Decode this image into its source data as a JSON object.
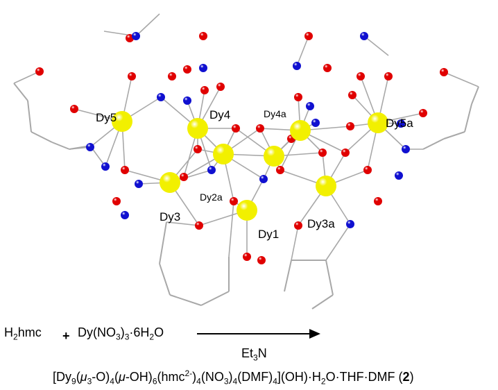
{
  "labels": {
    "dy5": "Dy5",
    "dy4": "Dy4",
    "dy4a": "Dy4a",
    "dy5a": "Dy5a",
    "dy2a": "Dy2a",
    "dy3": "Dy3",
    "dy1": "Dy1",
    "dy3a": "Dy3a"
  },
  "reaction": {
    "reactant1": [
      {
        "t": "H"
      },
      {
        "t": "2",
        "s": "sub"
      },
      {
        "t": "hmc"
      }
    ],
    "plus": "+",
    "reactant2": [
      {
        "t": "Dy(NO"
      },
      {
        "t": "3",
        "s": "sub"
      },
      {
        "t": ")"
      },
      {
        "t": "3",
        "s": "sub"
      },
      {
        "t": "·6H"
      },
      {
        "t": "2",
        "s": "sub"
      },
      {
        "t": "O"
      }
    ],
    "reagent": [
      {
        "t": "Et"
      },
      {
        "t": "3",
        "s": "sub"
      },
      {
        "t": "N"
      }
    ],
    "product": [
      {
        "t": "[Dy"
      },
      {
        "t": "9",
        "s": "sub"
      },
      {
        "t": "("
      },
      {
        "t": "μ",
        "i": 1
      },
      {
        "t": "3",
        "s": "sub"
      },
      {
        "t": "-O)"
      },
      {
        "t": "4",
        "s": "sub"
      },
      {
        "t": "("
      },
      {
        "t": "μ",
        "i": 1
      },
      {
        "t": "-OH)"
      },
      {
        "t": "6",
        "s": "sub"
      },
      {
        "t": "(hmc"
      },
      {
        "t": "2-",
        "s": "sup"
      },
      {
        "t": ")"
      },
      {
        "t": "4",
        "s": "sub"
      },
      {
        "t": "(NO"
      },
      {
        "t": "3",
        "s": "sub"
      },
      {
        "t": ")"
      },
      {
        "t": "4",
        "s": "sub"
      },
      {
        "t": "(DMF)"
      },
      {
        "t": "4",
        "s": "sub"
      },
      {
        "t": "](OH)·H"
      },
      {
        "t": "2",
        "s": "sub"
      },
      {
        "t": "O·THF·DMF ("
      },
      {
        "t": "2",
        "b": 1
      },
      {
        "t": ")"
      }
    ]
  },
  "colors": {
    "dy": "#f2f000",
    "o": "#e00000",
    "n": "#1010d0",
    "bond": "#a8a8a8"
  }
}
